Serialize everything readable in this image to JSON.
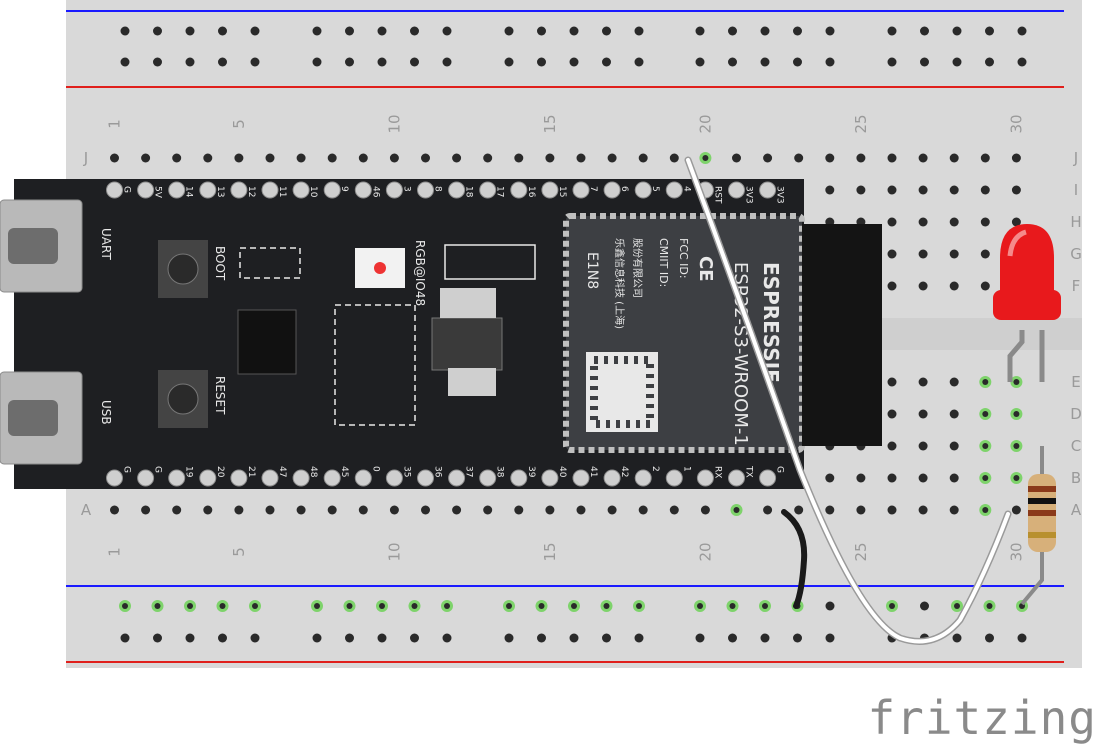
{
  "breadboard": {
    "top_row_letters": [
      "J",
      "I",
      "H",
      "G",
      "F"
    ],
    "bottom_row_letters": [
      "E",
      "D",
      "C",
      "B",
      "A"
    ],
    "column_numbers": [
      "1",
      "5",
      "10",
      "15",
      "20",
      "25",
      "30"
    ],
    "rail_top_color": "#1a1aff",
    "rail_bottom_color": "#e0201c",
    "hole_color": "#2a2a2a",
    "active_hole_color": "#7ed36b"
  },
  "board": {
    "left_connector_labels": [
      "UART",
      "USB"
    ],
    "button_labels": [
      "BOOT",
      "RESET"
    ],
    "led_label": "RGB@IO48",
    "module_text": {
      "fcc": "FCC ID:",
      "cmiit": "CMIIT ID:",
      "maker_cn": "乐鑫信息科技 (上海)",
      "maker_cn2": "股份有限公司",
      "e1n8": "E1N8",
      "ce": "CE",
      "brand": "ESPRESSIF",
      "model": "ESP32-S3-WROOM-1"
    },
    "top_pin_labels": [
      "G",
      "5V",
      "14",
      "13",
      "12",
      "11",
      "10",
      "9",
      "46",
      "3",
      "8",
      "18",
      "17",
      "16",
      "15",
      "7",
      "6",
      "5",
      "4",
      "RST",
      "3V3",
      "3V3"
    ],
    "bottom_pin_labels": [
      "G",
      "G",
      "19",
      "20",
      "21",
      "47",
      "48",
      "45",
      "0",
      "35",
      "36",
      "37",
      "38",
      "39",
      "40",
      "41",
      "42",
      "2",
      "1",
      "RX",
      "TX",
      "G"
    ],
    "pcb_color": "#1e1f22"
  },
  "components": {
    "led_color": "#e8191c",
    "resistor_body_color": "#d7b07a",
    "wire_white": "#ffffff",
    "wire_black": "#1a1a1a"
  },
  "brand": {
    "text": "fritzing"
  }
}
